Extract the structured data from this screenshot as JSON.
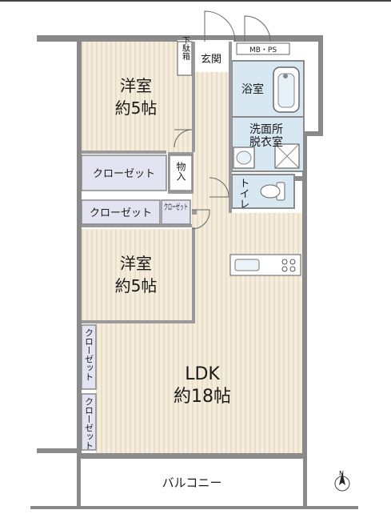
{
  "rooms": {
    "western_room_1": {
      "name": "洋室",
      "size": "約5帖"
    },
    "western_room_2": {
      "name": "洋室",
      "size": "約5帖"
    },
    "ldk": {
      "name": "LDK",
      "size": "約18帖"
    },
    "entrance": "玄関",
    "shoe_box": "下駄箱",
    "bathroom": "浴室",
    "washroom_line1": "洗面所",
    "washroom_line2": "脱衣室",
    "toilet": "トイレ",
    "storage": "物入",
    "closet": "クローゼット",
    "closet_small": "クローゼット",
    "closet_vertical": "クローゼット",
    "balcony": "バルコニー",
    "meter_box": "MB・PS"
  },
  "compass": {
    "label": "N"
  },
  "colors": {
    "room_floor": "#f3ead7",
    "room_stripe": "#e6d8b9",
    "closet_fill": "#e4e3f1",
    "wet_area": "#d8e8f3",
    "walls": "#7a7a7a",
    "balcony_fill": "#ffffff"
  }
}
